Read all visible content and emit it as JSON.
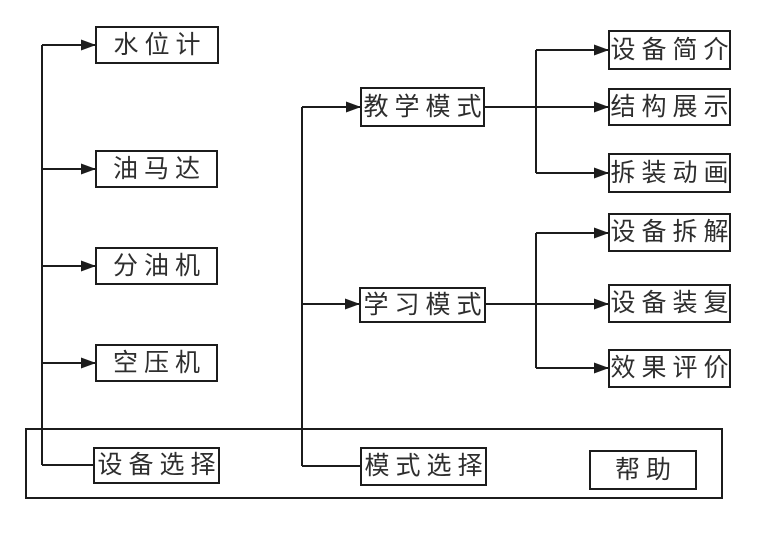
{
  "diagram": {
    "nodes": {
      "water_level_gauge": "水位计",
      "oil_motor": "油马达",
      "oil_separator": "分油机",
      "air_compressor": "空压机",
      "device_selection": "设备选择",
      "teaching_mode": "教学模式",
      "learning_mode": "学习模式",
      "mode_selection": "模式选择",
      "help": "帮助",
      "device_intro": "设备简介",
      "structure_display": "结构展示",
      "disassembly_animation": "拆装动画",
      "device_disassembly": "设备拆解",
      "device_reassembly": "设备装复",
      "effect_evaluation": "效果评价"
    },
    "edges": [
      {
        "from": "设备选择",
        "to": "水位计"
      },
      {
        "from": "设备选择",
        "to": "油马达"
      },
      {
        "from": "设备选择",
        "to": "分油机"
      },
      {
        "from": "设备选择",
        "to": "空压机"
      },
      {
        "from": "模式选择",
        "to": "教学模式"
      },
      {
        "from": "模式选择",
        "to": "学习模式"
      },
      {
        "from": "教学模式",
        "to": "设备简介"
      },
      {
        "from": "教学模式",
        "to": "结构展示"
      },
      {
        "from": "教学模式",
        "to": "拆装动画"
      },
      {
        "from": "学习模式",
        "to": "设备拆解"
      },
      {
        "from": "学习模式",
        "to": "设备装复"
      },
      {
        "from": "学习模式",
        "to": "效果评价"
      }
    ],
    "colors": {
      "background": "#ffffff",
      "line": "#1c1c1c",
      "box_border": "#1c1c1c",
      "text": "#2e2e2e"
    }
  }
}
